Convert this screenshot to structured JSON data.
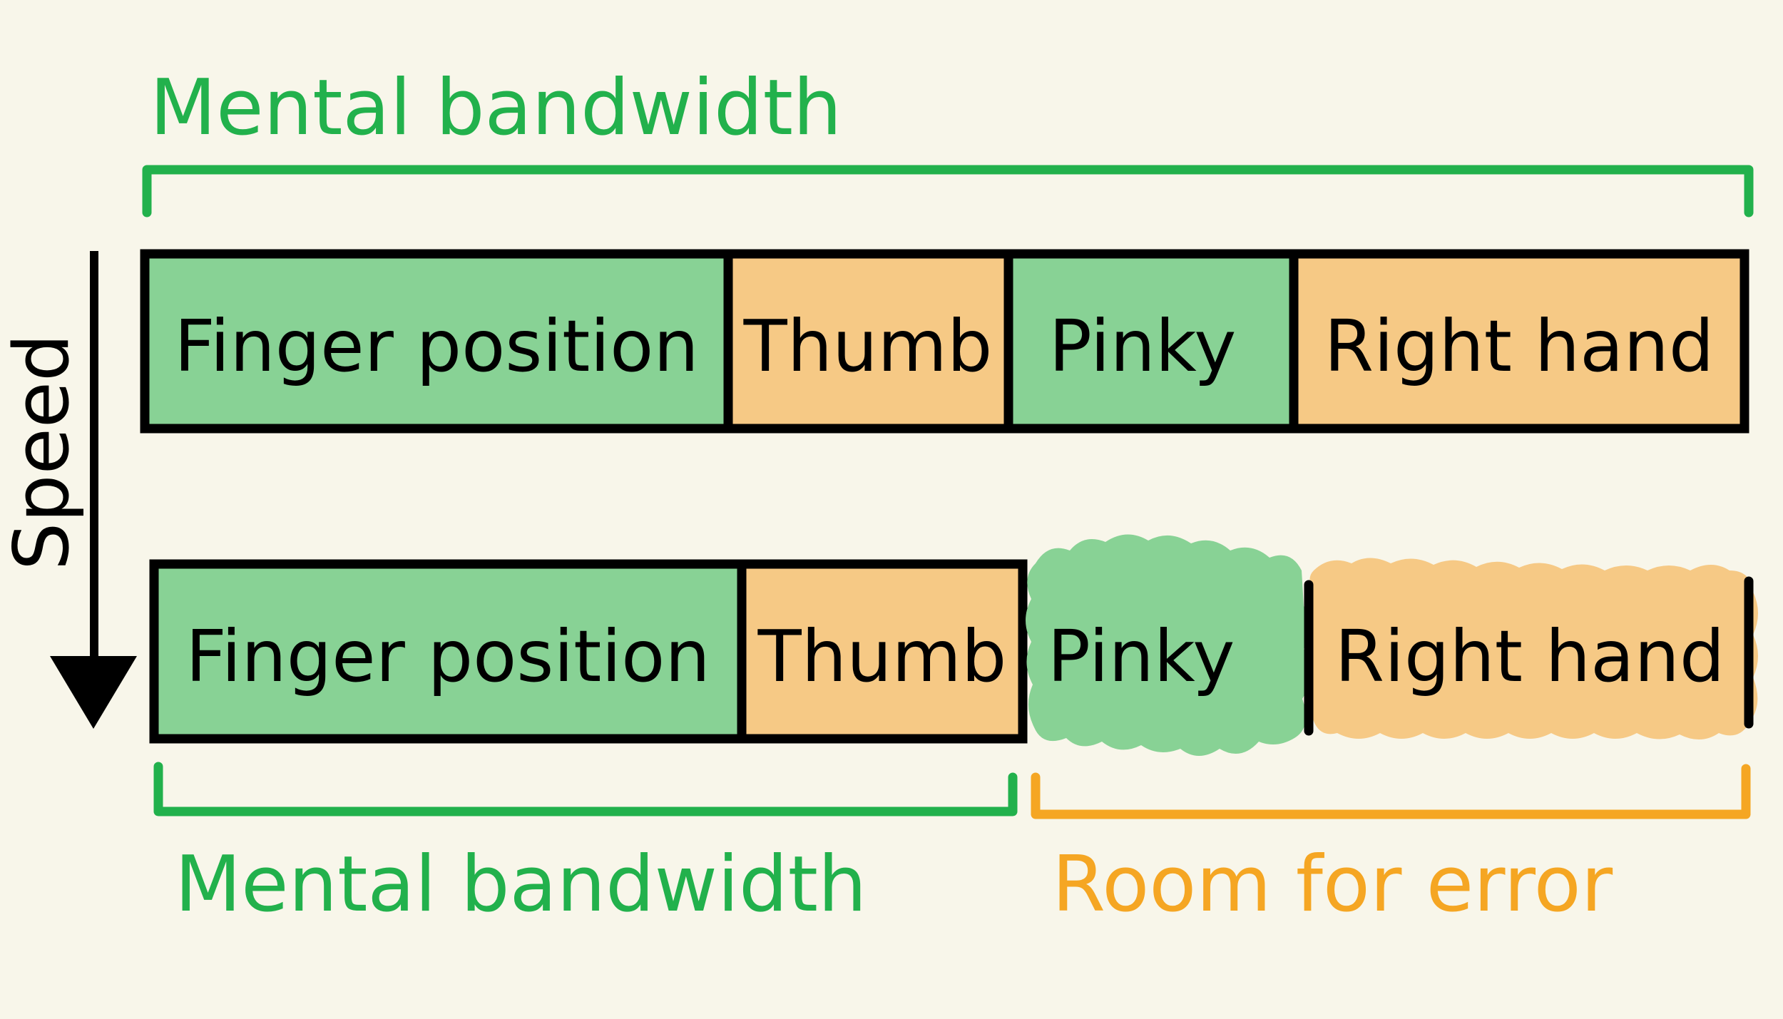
{
  "top_label": "Mental bandwidth",
  "axis_label": "Speed",
  "row1": {
    "segments": [
      {
        "label": "Finger position",
        "kind": "green"
      },
      {
        "label": "Thumb",
        "kind": "orange"
      },
      {
        "label": "Pinky",
        "kind": "green"
      },
      {
        "label": "Right hand",
        "kind": "orange"
      }
    ]
  },
  "row2": {
    "segments": [
      {
        "label": "Finger position",
        "kind": "green"
      },
      {
        "label": "Thumb",
        "kind": "orange"
      },
      {
        "label": "Pinky",
        "kind": "green"
      },
      {
        "label": "Right hand",
        "kind": "orange"
      }
    ]
  },
  "bottom_left_label": "Mental bandwidth",
  "bottom_right_label": "Room for error",
  "colors": {
    "background": "#f8f6ea",
    "green_fill": "#88d295",
    "orange_fill": "#f6c985",
    "bracket_green": "#22b14c",
    "bracket_orange": "#f5a623",
    "outline": "#000000"
  }
}
